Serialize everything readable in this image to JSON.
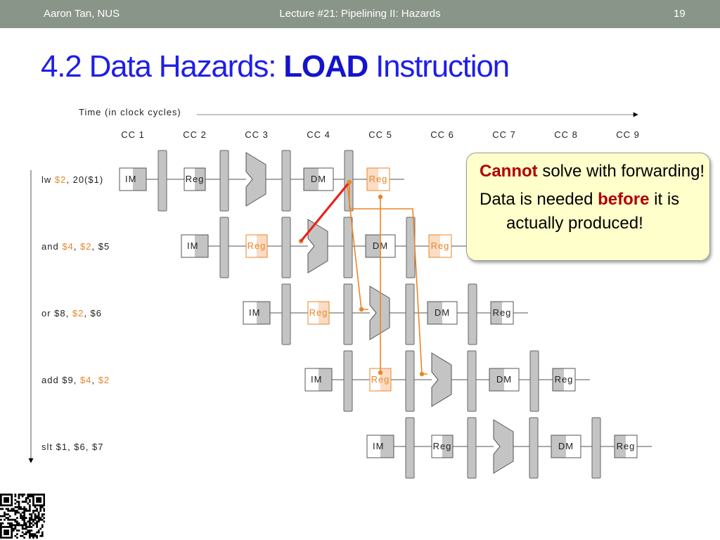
{
  "header": {
    "left": "Aaron Tan, NUS",
    "center": "Lecture #21: Pipelining II: Hazards",
    "page": "19"
  },
  "title": {
    "prefix": "4.2 Data Hazards: ",
    "bold": "LOAD",
    "suffix": " Instruction"
  },
  "diagram": {
    "time_label": "Time (in clock cycles)",
    "cycles": [
      "CC 1",
      "CC 2",
      "CC 3",
      "CC 4",
      "CC 5",
      "CC 6",
      "CC 7",
      "CC 8",
      "CC 9"
    ],
    "stage_labels": {
      "im": "IM",
      "reg": "Reg",
      "dm": "DM"
    },
    "instructions": [
      {
        "parts": [
          {
            "t": "lw "
          },
          {
            "t": "$2",
            "hl": true
          },
          {
            "t": ", 20($1)"
          }
        ]
      },
      {
        "parts": [
          {
            "t": "and "
          },
          {
            "t": "$4",
            "hl": true
          },
          {
            "t": ", "
          },
          {
            "t": "$2",
            "hl": true
          },
          {
            "t": ", $5"
          }
        ]
      },
      {
        "parts": [
          {
            "t": "or $8, "
          },
          {
            "t": "$2",
            "hl": true
          },
          {
            "t": ", $6"
          }
        ]
      },
      {
        "parts": [
          {
            "t": "add $9, "
          },
          {
            "t": "$4",
            "hl": true
          },
          {
            "t": ", "
          },
          {
            "t": "$2",
            "hl": true
          }
        ]
      },
      {
        "parts": [
          {
            "t": "slt $1, $6, $7"
          }
        ]
      }
    ],
    "colors": {
      "register_highlight": "#e8862a",
      "highlight_fill": "#fbdcc4",
      "stage_fill": "#c4c4c4",
      "impossible_forward": "#e8231b",
      "time_line": "#8a8a8a"
    }
  },
  "callout": {
    "line1": {
      "bold": "Cannot",
      "rest": " solve with forwarding!"
    },
    "line2": {
      "pre": "Data is needed ",
      "bold": "before",
      "post": " it is actually produced!"
    }
  },
  "qr_icon": "qr-code-icon"
}
